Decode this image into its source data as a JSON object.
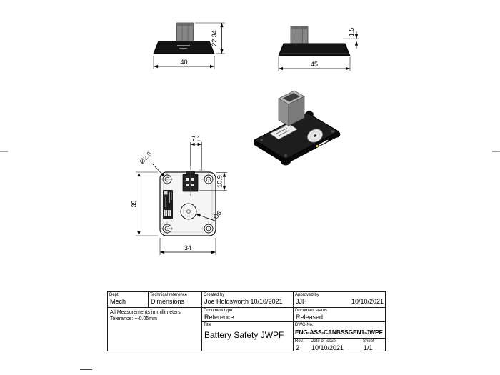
{
  "drawing": {
    "dims": {
      "side_a_width": "40",
      "side_a_height": "22.34",
      "side_b_width": "45",
      "side_b_tab": "1.5",
      "plan_connector_offset_x": "7.1",
      "plan_hole_diameter": "Ø2.8",
      "plan_connector_offset_y": "10.9",
      "plan_board_height": "39",
      "plan_buzzer_diameter": "Ø6",
      "plan_board_width": "34"
    }
  },
  "title_block": {
    "dept": {
      "label": "Dept.",
      "value": "Mech"
    },
    "technical_reference": {
      "label": "Technical reference",
      "value": "Dimensions"
    },
    "created_by": {
      "label": "Created by",
      "value": "Joe Holdsworth 10/10/2021"
    },
    "approved_by": {
      "label": "Approved by",
      "value": "JJH",
      "date": "10/10/2021"
    },
    "notes": {
      "line1": "All Measurements in millimeters",
      "line2": "Tolerance: +-0.05mm"
    },
    "document_type": {
      "label": "Document type",
      "value": "Reference"
    },
    "document_status": {
      "label": "Document status",
      "value": "Released"
    },
    "title": {
      "label": "Title",
      "value": "Battery Safety JWPF"
    },
    "dwg_no": {
      "label": "DWG No.",
      "value": "ENG-ASS-CANBSSGEN1-JWPF"
    },
    "rev": {
      "label": "Rev.",
      "value": "2"
    },
    "date_of_issue": {
      "label": "Date of issue",
      "value": "10/10/2021"
    },
    "sheet": {
      "label": "Sheet",
      "value": "1/1"
    }
  }
}
